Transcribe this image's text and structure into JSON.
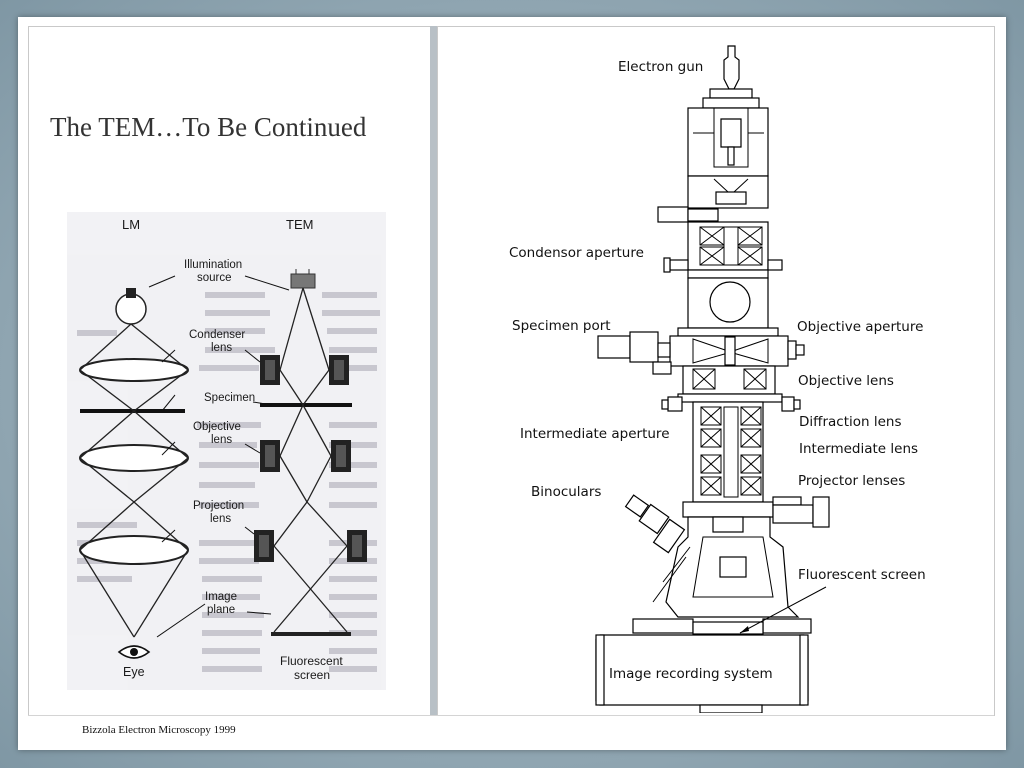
{
  "slide": {
    "title": "The TEM…To Be Continued",
    "credit": "Bizzola Electron Microscopy 1999"
  },
  "lm_tem_figure": {
    "column_headers": [
      "LM",
      "TEM"
    ],
    "labels": {
      "illumination": [
        "Illumination",
        "source"
      ],
      "condenser": [
        "Condenser",
        "lens"
      ],
      "specimen": "Specimen",
      "objective": [
        "Objective",
        "lens"
      ],
      "projection": [
        "Projection",
        "lens"
      ],
      "image_plane": [
        "Image",
        "plane"
      ],
      "eye": "Eye",
      "fluorescent": [
        "Fluorescent",
        "screen"
      ]
    }
  },
  "tem_schematic": {
    "labels": {
      "electron_gun": "Electron gun",
      "condensor_aperture": "Condensor aperture",
      "specimen_port": "Specimen port",
      "objective_aperture": "Objective aperture",
      "objective_lens": "Objective lens",
      "diffraction_lens": "Diffraction lens",
      "intermediate_aperture": "Intermediate aperture",
      "intermediate_lens": "Intermediate lens",
      "binoculars": "Binoculars",
      "projector_lenses": "Projector lenses",
      "fluorescent_screen": "Fluorescent screen",
      "image_recording": "Image recording system"
    }
  }
}
